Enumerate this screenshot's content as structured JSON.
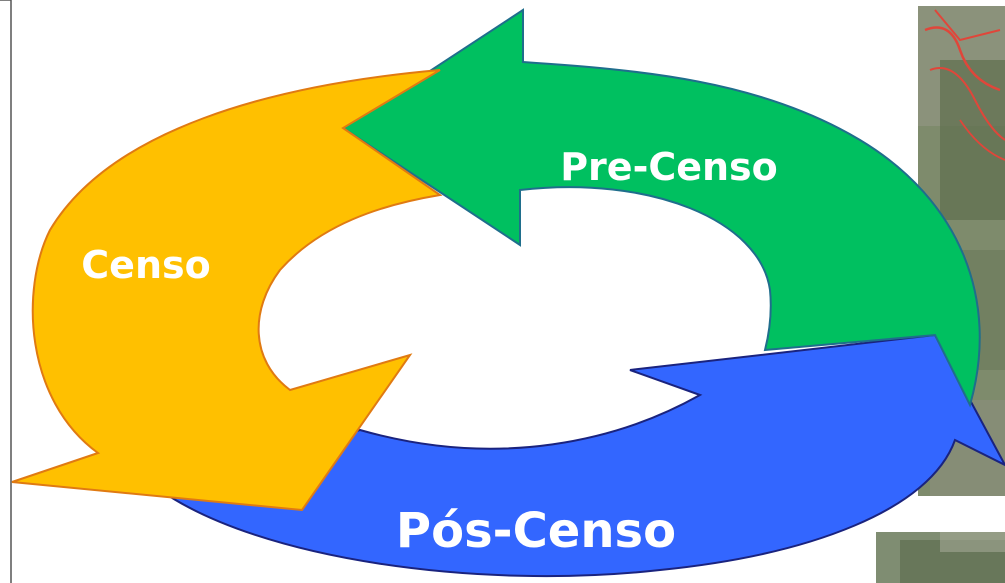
{
  "diagram": {
    "stages": [
      {
        "id": "censo",
        "label": "Censo",
        "color": "#FFC000",
        "stroke": "#E07A12"
      },
      {
        "id": "pre-censo",
        "label": "Pre-Censo",
        "color": "#00C060",
        "stroke": "#1F6E8C"
      },
      {
        "id": "pos-censo",
        "label": "Pós-Censo",
        "color": "#3366FF",
        "stroke": "#1A237E"
      }
    ],
    "background_images": [
      "aerial-map-photo",
      "aerial-photo-small"
    ],
    "colors": {
      "map_base": "#7E8B6C",
      "map_roads": "#E0463A"
    }
  }
}
